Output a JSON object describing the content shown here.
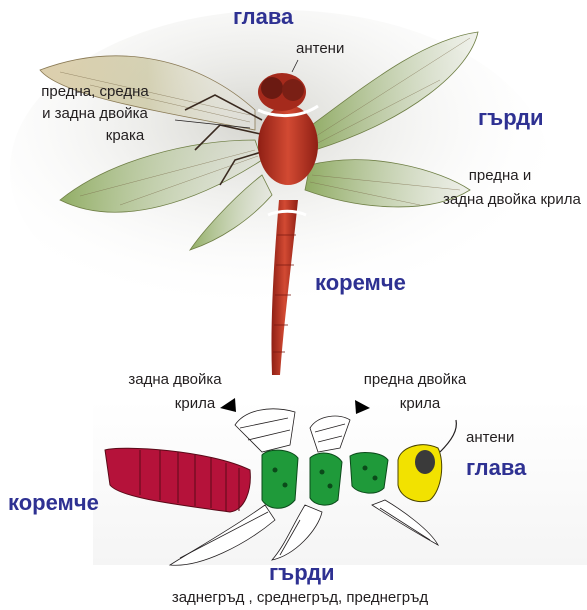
{
  "dragonfly": {
    "head": "глава",
    "antennae": "антени",
    "legs_line1": "предна, средна",
    "legs_line2": "и задна двойка",
    "legs_line3": "крака",
    "thorax": "гърди",
    "wings_line1": "предна и",
    "wings_line2": "задна двойка крила",
    "abdomen": "коремче"
  },
  "dissection": {
    "hind_wing_line1": "задна двойка",
    "hind_wing_line2": "крила",
    "fore_wing_line1": "предна двойка",
    "fore_wing_line2": "крила",
    "antennae": "антени",
    "head": "глава",
    "abdomen": "коремче",
    "thorax": "гърди",
    "thorax_parts": "заднегръд , среднегръд, преднегръд"
  },
  "colors": {
    "label_blue": "#2e3192",
    "abdomen_segments": "#b5123a",
    "thorax_segments": "#1f9a3a",
    "head_piece": "#f2e200",
    "dragonfly_body": "#b8301f"
  }
}
